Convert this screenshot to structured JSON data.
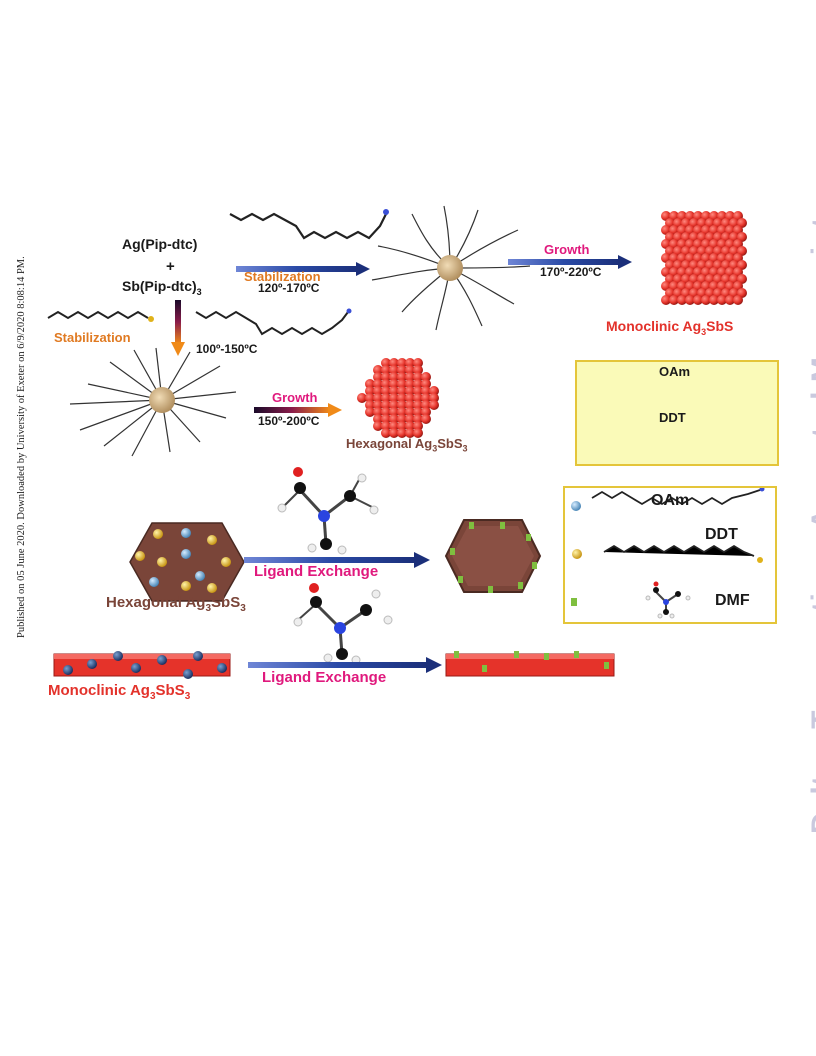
{
  "side_note": "Published on 05 June 2020. Downloaded by University of Exeter on 6/9/2020 8:08:14 PM.",
  "watermark": "Dalton Transactions Accepted Manuscript",
  "colors": {
    "arrow_blue": "#2a4aa6",
    "nanocrystal_red": "#e5332a",
    "hexagon_brown": "#7a4539",
    "key_fill": "#fafab8",
    "key_border": "#e4c53a",
    "ligand_blue": "#5a9ac7",
    "ligand_gold": "#e0b21a",
    "ligand_green": "#7fbf3f"
  },
  "synthesis": {
    "precursor_ag": "Ag(Pip-dtc)",
    "plus": "+",
    "precursor_sb_main": "Sb(Pip-dtc)",
    "precursor_sb_sub": "3",
    "stabilization_top": "Stabilization",
    "temp_top": "120º-170ºC",
    "growth_top": "Growth",
    "temp_growth_top": "170º-220ºC",
    "product_top_main": "Monoclinic Ag",
    "product_top_sub1": "3",
    "product_top_mid": "SbS",
    "stabilization_left": "Stabilization",
    "temp_left": "100º-150ºC",
    "growth_bottom": "Growth",
    "temp_growth_bottom": "150º-200ºC",
    "product_bottom_main": "Hexagonal Ag",
    "product_bottom_sub1": "3",
    "product_bottom_mid": "SbS",
    "product_bottom_sub2": "3"
  },
  "key_top": {
    "oam": "OAm",
    "ddt": "DDT"
  },
  "exchange": {
    "ligand_exchange_1": "Ligand Exchange",
    "ligand_exchange_2": "Ligand Exchange",
    "hex_label_main": "Hexagonal Ag",
    "hex_label_sub1": "3",
    "hex_label_mid": "SbS",
    "hex_label_sub2": "3",
    "mono_label_main": "Monoclinic Ag",
    "mono_label_sub1": "3",
    "mono_label_mid": "SbS",
    "mono_label_sub2": "3"
  },
  "key_bottom": {
    "oam": "OAm",
    "ddt": "DDT",
    "dmf": "DMF"
  }
}
